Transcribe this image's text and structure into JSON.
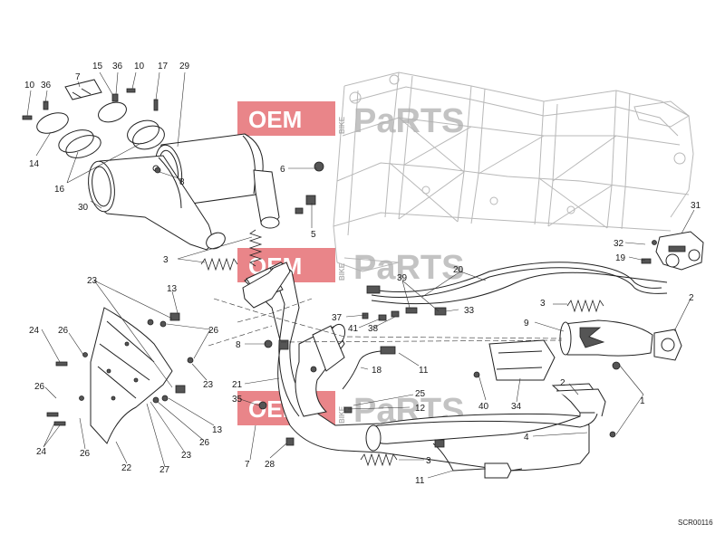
{
  "watermark": {
    "left_word": "OEM",
    "vertical_word": "BIKE",
    "right_word": "PaRTS"
  },
  "diagram_code": "SCR00116",
  "labels": {
    "l10a": "10",
    "l36a": "36",
    "l7a": "7",
    "l15": "15",
    "l36b": "36",
    "l10b": "10",
    "l17": "17",
    "l29": "29",
    "l14": "14",
    "l16": "16",
    "l30": "30",
    "l8a": "8",
    "l6": "6",
    "l5": "5",
    "l31": "31",
    "l32": "32",
    "l19": "19",
    "l3a": "3",
    "l20": "20",
    "l39": "39",
    "l33": "33",
    "l37": "37",
    "l41": "41",
    "l38": "38",
    "l23a": "23",
    "l13a": "13",
    "l3b": "3",
    "l2a": "2",
    "l24a": "24",
    "l26a": "26",
    "l26b": "26",
    "l9": "9",
    "l8b": "8",
    "l18": "18",
    "l11a": "11",
    "l21": "21",
    "l23b": "23",
    "l26c": "26",
    "l35": "35",
    "l40": "40",
    "l34": "34",
    "l25": "25",
    "l12": "12",
    "l2b": "2",
    "l1": "1",
    "l24b": "24",
    "l26d": "26",
    "l13b": "13",
    "l7b": "7",
    "l28": "28",
    "l26e": "26",
    "l23c": "23",
    "l22": "22",
    "l27": "27",
    "l4": "4",
    "l3c": "3",
    "l11b": "11"
  }
}
